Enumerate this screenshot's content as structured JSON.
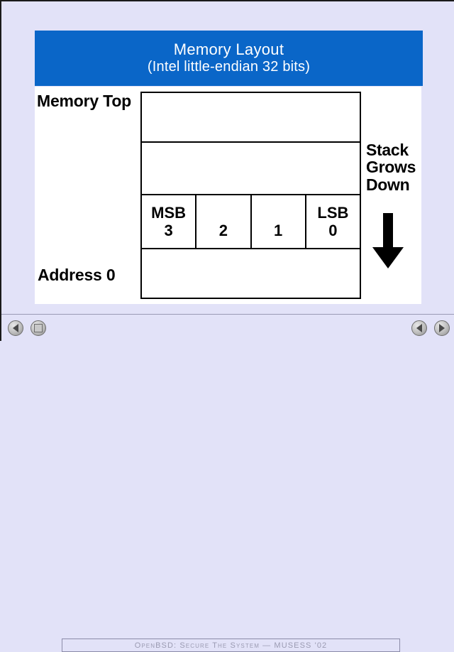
{
  "slide": {
    "title_line_1": "Memory Layout",
    "title_line_2": "(Intel little-endian 32 bits)",
    "title_bg_color": "#0a66c8",
    "title_text_color": "#ffffff",
    "panel_bg_color": "#ffffff",
    "background_color": "#e2e2f8",
    "labels": {
      "memory_top": "Memory Top",
      "address_zero": "Address 0"
    },
    "stack_note": {
      "line_1": "Stack",
      "line_2": "Grows",
      "line_3": "Down",
      "arrow_icon": "arrow-down-icon"
    },
    "memory_table": {
      "rows": [
        {
          "type": "blank",
          "cells": [
            ""
          ]
        },
        {
          "type": "blank",
          "cells": [
            ""
          ]
        },
        {
          "type": "bytes",
          "cells": [
            {
              "tag": "MSB",
              "num": "3"
            },
            {
              "tag": "",
              "num": "2"
            },
            {
              "tag": "",
              "num": "1"
            },
            {
              "tag": "LSB",
              "num": "0"
            }
          ]
        },
        {
          "type": "blank",
          "cells": [
            ""
          ]
        }
      ]
    }
  },
  "statusbar": {
    "status_text": "OpenBSD: Secure The System — MUSESS '02",
    "buttons": [
      {
        "name": "first-slide-button",
        "icon": "triangle-left-icon"
      },
      {
        "name": "stop-button",
        "icon": "square-icon"
      },
      {
        "name": "previous-slide-button",
        "icon": "triangle-left-icon"
      },
      {
        "name": "next-slide-button",
        "icon": "triangle-right-icon"
      }
    ]
  }
}
